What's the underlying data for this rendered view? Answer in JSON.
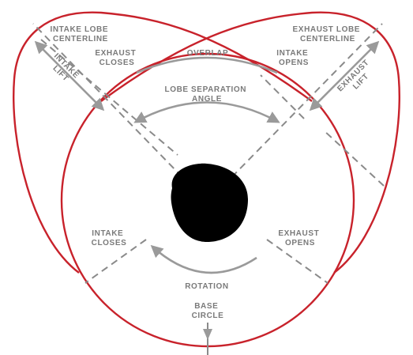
{
  "colors": {
    "lobe_outline": "#c8222b",
    "dashed_lines": "#8a8a8a",
    "arrows": "#9a9a9a",
    "text": "#7a7a7a",
    "cam_body": "#000000"
  },
  "labels": {
    "intake_lobe_centerline": [
      "INTAKE LOBE",
      "CENTERLINE"
    ],
    "exhaust_lobe_centerline": [
      "EXHAUST LOBE",
      "CENTERLINE"
    ],
    "exhaust_closes": [
      "EXHAUST",
      "CLOSES"
    ],
    "overlap": "OVERLAP",
    "intake_opens": [
      "INTAKE",
      "OPENS"
    ],
    "intake_lift": [
      "INTAKE",
      "LIFT"
    ],
    "exhaust_lift": [
      "EXHAUST",
      "LIFT"
    ],
    "lobe_separation_angle": [
      "LOBE SEPARATION",
      "ANGLE"
    ],
    "intake_closes": [
      "INTAKE",
      "CLOSES"
    ],
    "exhaust_opens": [
      "EXHAUST",
      "OPENS"
    ],
    "rotation": "ROTATION",
    "base_circle": [
      "BASE",
      "CIRCLE"
    ]
  }
}
